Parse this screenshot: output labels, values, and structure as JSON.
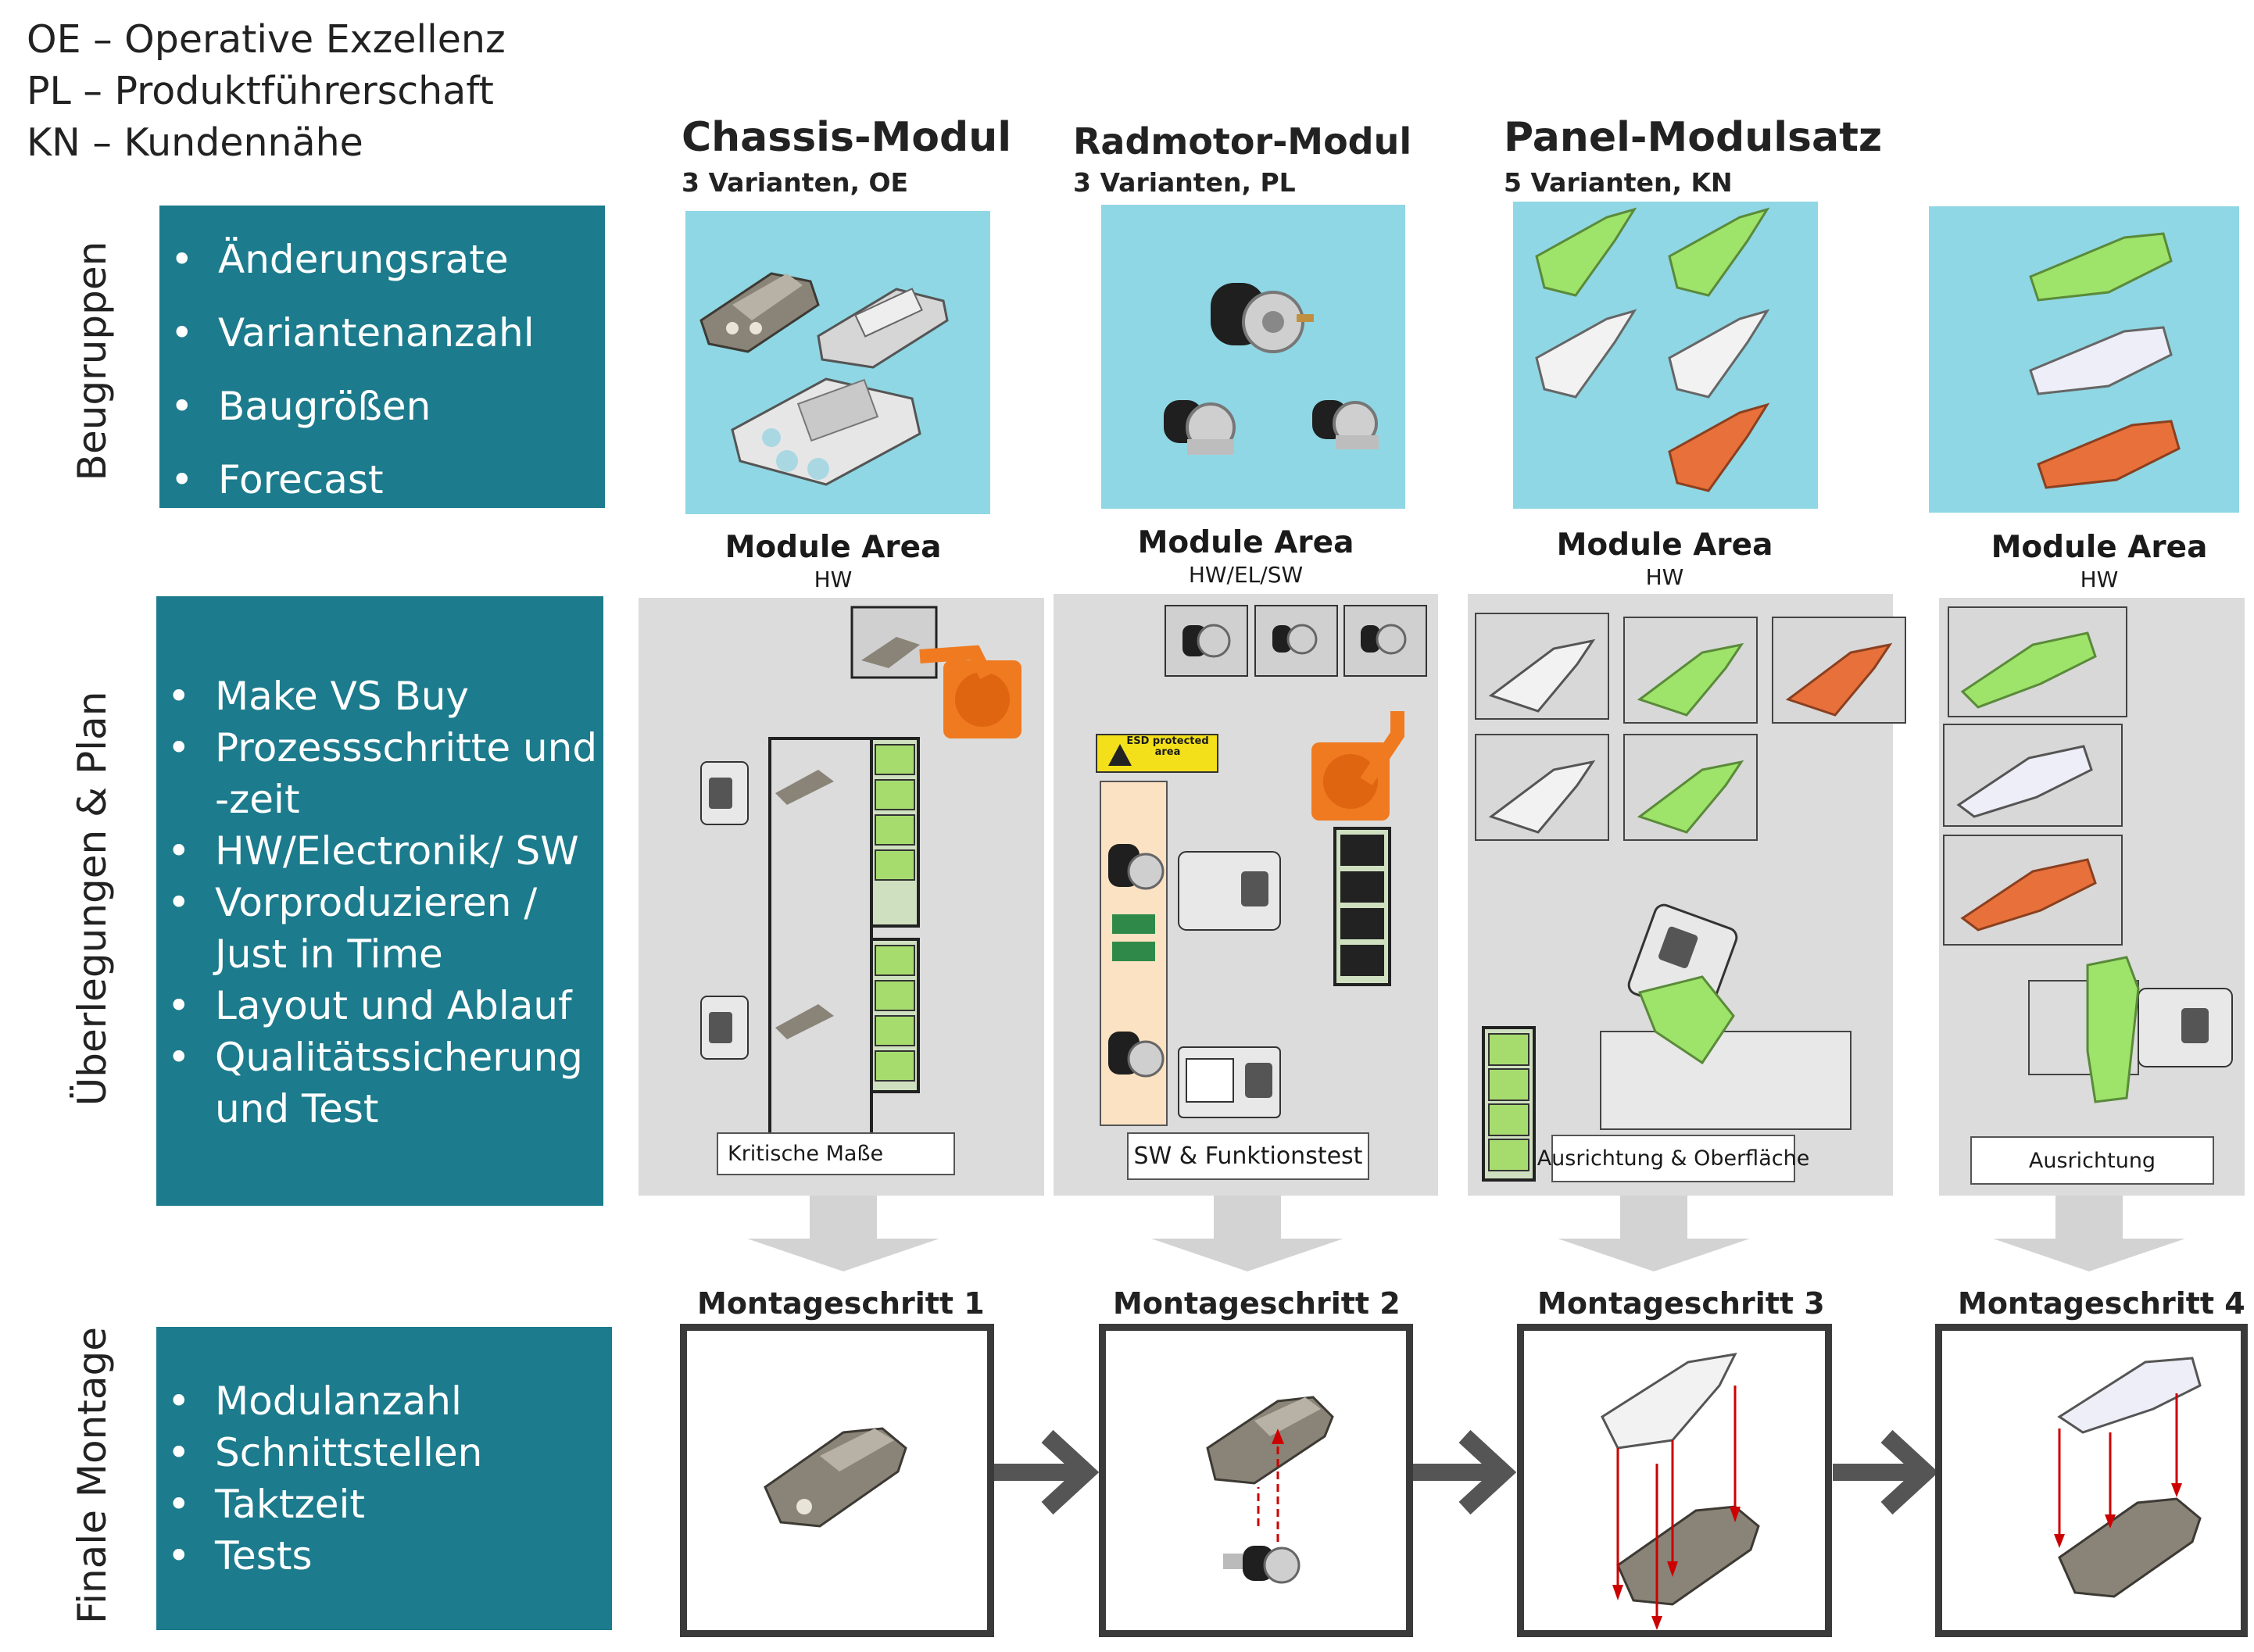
{
  "legend": [
    "OE – Operative Exzellenz",
    "PL  – Produktführerschaft",
    "KN  – Kundennähe"
  ],
  "rows": {
    "row1": "Beugruppen",
    "row2": "Überlegungen & Plan",
    "row3": "Finale Montage"
  },
  "boxes": {
    "box1": [
      "Änderungsrate",
      "Variantenanzahl",
      "Baugrößen",
      "Forecast"
    ],
    "box2": [
      "Make VS Buy",
      "Prozessschritte und",
      "-zeit",
      "HW/Electronik/ SW",
      "Vorproduzieren /",
      "Just in Time",
      "Layout und Ablauf",
      "Qualitätssicherung",
      "und Test"
    ],
    "box3": [
      "Modulanzahl",
      "Schnittstellen",
      "Taktzeit",
      "Tests"
    ]
  },
  "modules": [
    {
      "title": "Chassis-Modul",
      "sub": "3 Varianten, OE"
    },
    {
      "title": "Radmotor-Modul",
      "sub": "3 Varianten, PL"
    },
    {
      "title": "Panel-Modulsatz",
      "sub": "5 Varianten, KN"
    }
  ],
  "areas": [
    {
      "title": "Module Area",
      "sub": "HW",
      "label": "Kritische Maße"
    },
    {
      "title": "Module Area",
      "sub": "HW/EL/SW",
      "label": "SW & Funktionstest"
    },
    {
      "title": "Module Area",
      "sub": "HW",
      "label": "Ausrichtung & Oberfläche"
    },
    {
      "title": "Module Area",
      "sub": "HW",
      "label": "Ausrichtung"
    }
  ],
  "esd_sign": "ESD protected area",
  "steps": [
    "Montageschritt 1",
    "Montageschritt 2",
    "Montageschritt 3",
    "Montageschritt 4"
  ],
  "colors": {
    "teal": "#1c7b8c",
    "sky": "#8fd7e4",
    "area": "#dcdcdc",
    "orange": "#f07a20",
    "green": "#a6dc6e",
    "panel_orange": "#e8703a",
    "panel_green": "#9ee36a"
  }
}
